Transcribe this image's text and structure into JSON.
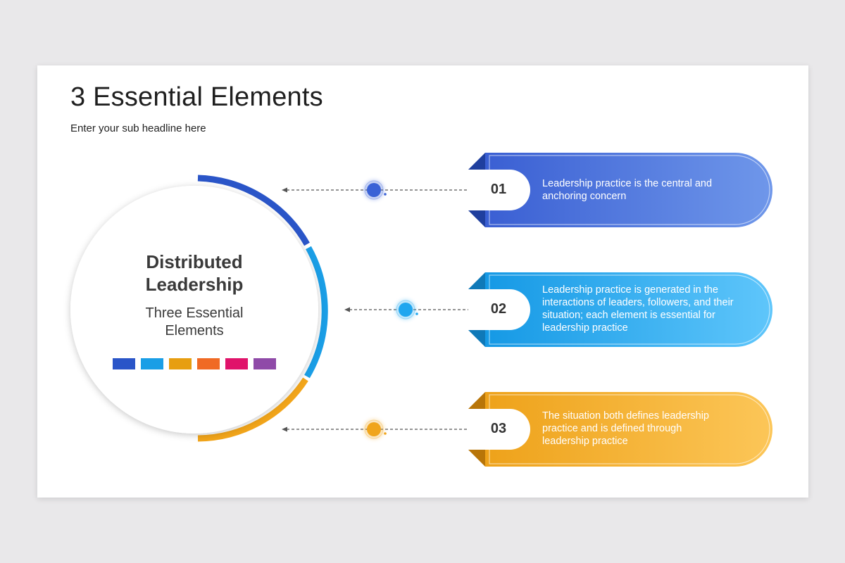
{
  "slide": {
    "title": "3 Essential Elements",
    "subtitle": "Enter your sub headline here"
  },
  "center": {
    "title": "Distributed Leadership",
    "subtitle": "Three Essential Elements",
    "swatches": [
      "#2a55c8",
      "#1a9ee6",
      "#e79e10",
      "#f06a24",
      "#e0136a",
      "#8f4aa8"
    ]
  },
  "items": [
    {
      "number": "01",
      "text": "Leadership practice is the central and anchoring concern",
      "color": "#3a62d6"
    },
    {
      "number": "02",
      "text": "Leadership practice is generated in the interactions of leaders, followers, and their situation; each element is essential for leadership practice",
      "color": "#1fa6ef"
    },
    {
      "number": "03",
      "text": "The situation both defines leadership practice and is defined through leadership practice",
      "color": "#f0a51c"
    }
  ]
}
